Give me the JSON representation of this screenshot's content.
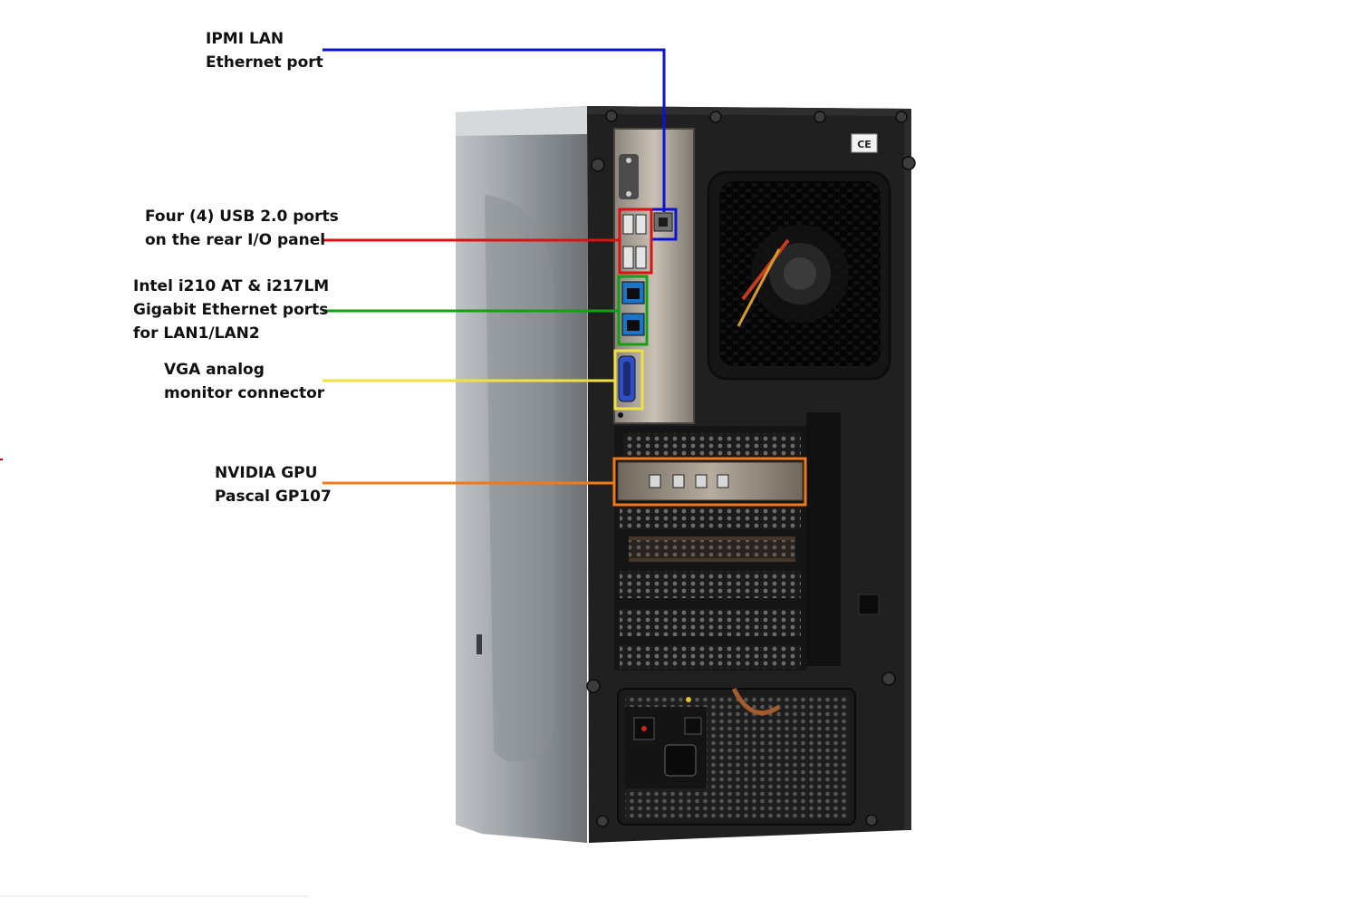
{
  "callouts": {
    "ipmi": {
      "line1": "IPMI LAN",
      "line2": "Ethernet port",
      "color": "#0a14d6"
    },
    "usb": {
      "line1": "Four (4) USB 2.0 ports",
      "line2": "on the rear I/O panel",
      "color": "#dd1111"
    },
    "lan": {
      "line1": "Intel i210 AT & i217LM",
      "line2": "Gigabit Ethernet ports",
      "line3": "for LAN1/LAN2",
      "color": "#14a014"
    },
    "vga": {
      "line1": "VGA analog",
      "line2": "monitor connector",
      "color": "#f0e040"
    },
    "gpu": {
      "line1": "NVIDIA GPU",
      "line2": "Pascal GP107",
      "color": "#ee7a1a"
    }
  },
  "case": {
    "certification_mark": "CE"
  }
}
